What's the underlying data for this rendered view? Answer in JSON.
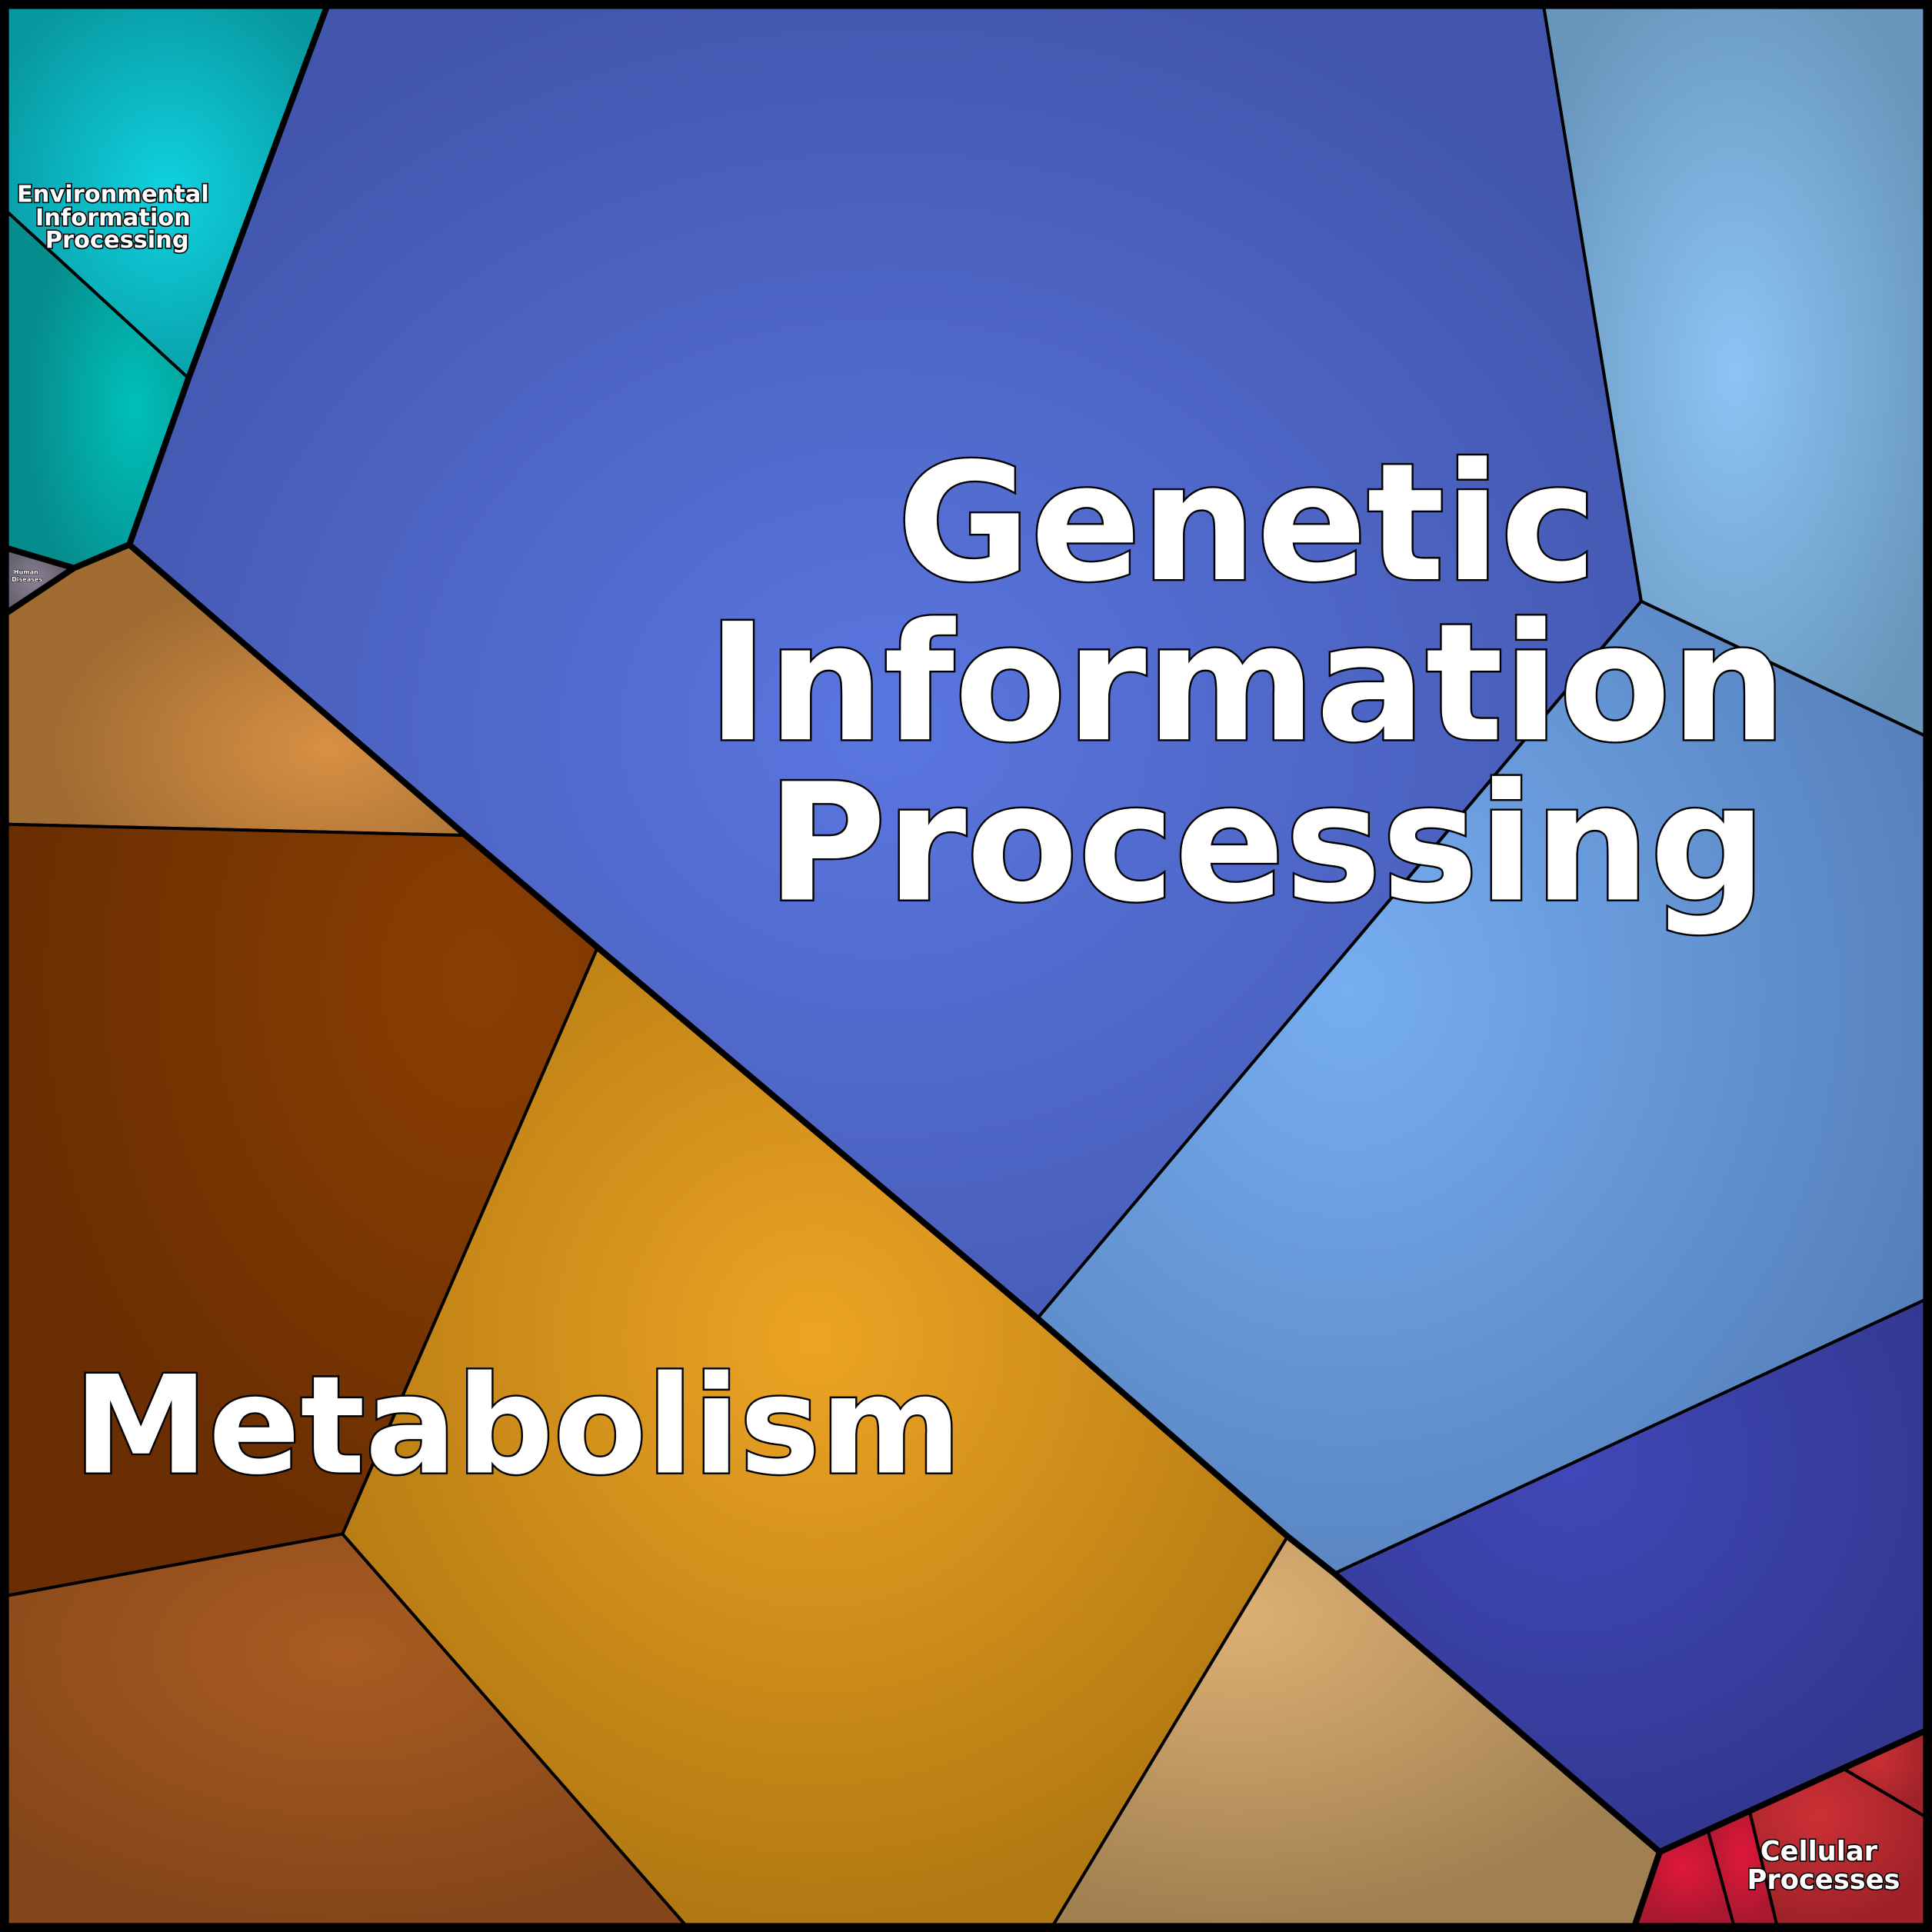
{
  "categories": [
    {
      "id": "genetic",
      "label_lines": [
        "Genetic",
        "Information",
        "Processing"
      ],
      "colors": [
        "#5a76e0",
        "#4256ad",
        "#70b2f4",
        "#5880be"
      ]
    },
    {
      "id": "metabolism",
      "label_lines": [
        "Metabolism"
      ],
      "colors": [
        "#eaa224",
        "#b37812",
        "#8b3f02",
        "#6c2f02"
      ]
    },
    {
      "id": "environmental",
      "label_lines": [
        "Environmental",
        "Information",
        "Processing"
      ],
      "colors": [
        "#0fd0dc",
        "#069496"
      ]
    },
    {
      "id": "cellular",
      "label_lines": [
        "Cellular",
        "Processes"
      ],
      "colors": [
        "#e0143a",
        "#a82a30"
      ]
    },
    {
      "id": "human",
      "label_lines": [
        "Human",
        "Diseases"
      ],
      "colors": [
        "#8a8294",
        "#5e5a6a"
      ]
    }
  ]
}
